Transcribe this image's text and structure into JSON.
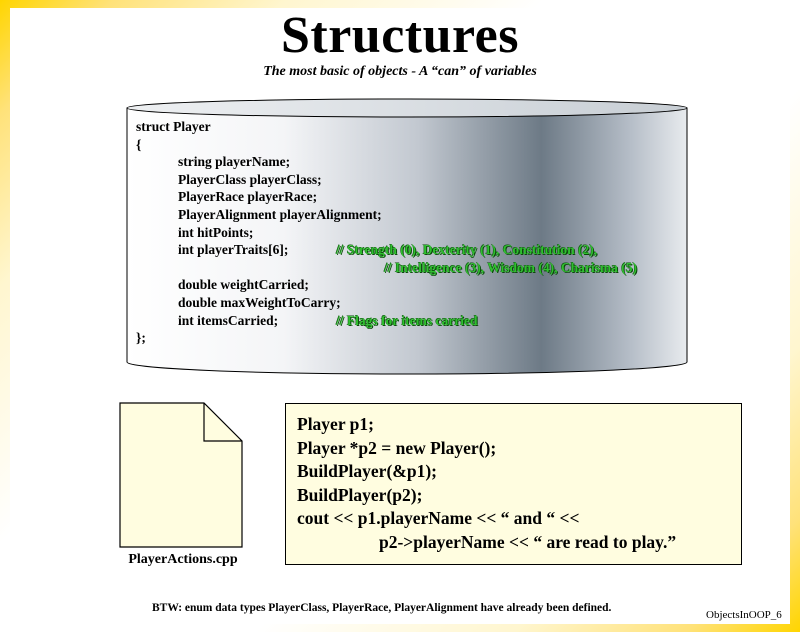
{
  "slide": {
    "title": "Structures",
    "subtitle": "The most basic of objects - A “can” of variables",
    "footer": "ObjectsInOOP_6",
    "btw_note": "BTW:  enum data types PlayerClass, PlayerRace, PlayerAlignment have already been defined."
  },
  "struct_code": {
    "header": "struct Player",
    "open_brace": "{",
    "fields": [
      "string playerName;",
      "PlayerClass playerClass;",
      "PlayerRace playerRace;",
      "PlayerAlignment playerAlignment;",
      "int hitPoints;",
      "int playerTraits[6];",
      "double weightCarried;",
      "double maxWeightToCarry;",
      "int itemsCarried;"
    ],
    "traits_comment_1": "// Strength (0), Dexterity (1), Constitution (2),",
    "traits_comment_2": "// Intelligence (3), Wisdom (4), Charisma (5)",
    "items_comment": "// Flags for items carried",
    "close": "};"
  },
  "file": {
    "icon": "document-icon",
    "label": "PlayerActions.cpp"
  },
  "usage_code": {
    "lines": [
      "Player p1;",
      "Player *p2 = new Player();",
      "BuildPlayer(&p1);",
      "BuildPlayer(p2);",
      "cout << p1.playerName << “ and “ <<",
      "p2->playerName << “ are read to play.”"
    ]
  },
  "colors": {
    "comment_green": "#2fbf2f",
    "frame_yellow": "#ffd500",
    "codebox_bg": "#fffde0",
    "cylinder_dark": "#6d7a86"
  }
}
